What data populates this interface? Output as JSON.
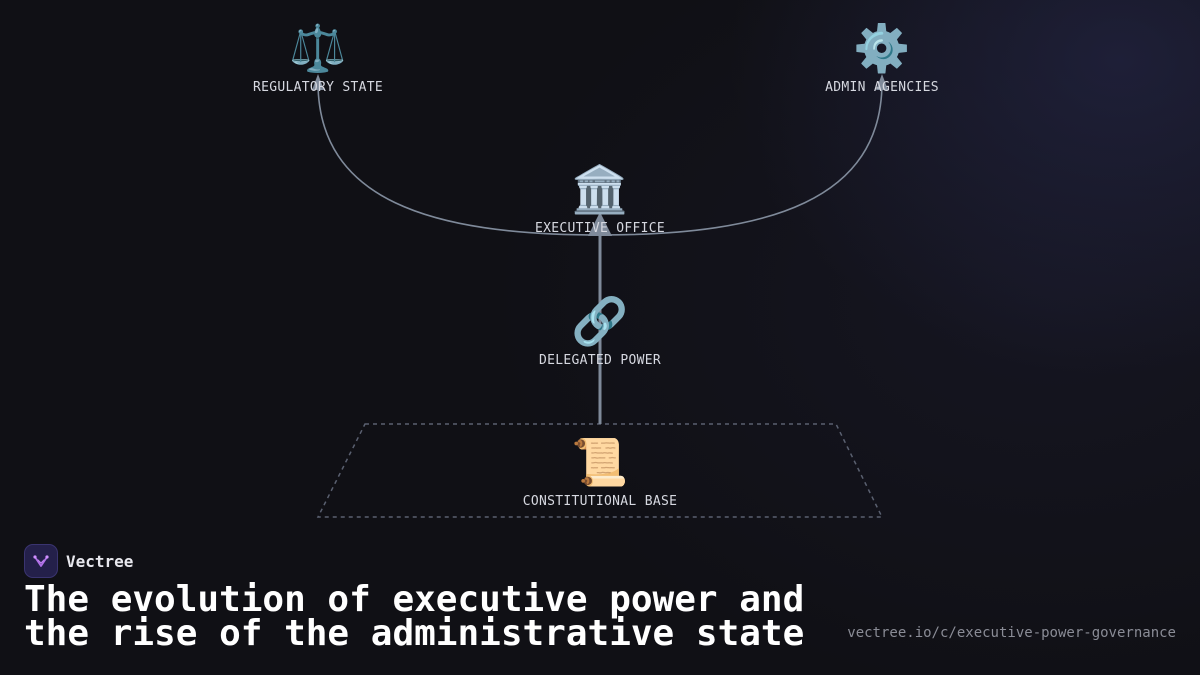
{
  "diagram": {
    "nodes": [
      {
        "id": "regulatory-state",
        "emoji": "⚖️",
        "label": "REGULATORY STATE"
      },
      {
        "id": "admin-agencies",
        "emoji": "⚙️",
        "label": "ADMIN AGENCIES"
      },
      {
        "id": "executive-office",
        "emoji": "🏛️",
        "label": "EXECUTIVE OFFICE"
      },
      {
        "id": "delegated-power",
        "emoji": "🔗",
        "label": "DELEGATED POWER"
      },
      {
        "id": "constitutional-base",
        "emoji": "📜",
        "label": "CONSTITUTIONAL BASE"
      }
    ],
    "edges": [
      {
        "from": "constitutional-base",
        "to": "executive-office"
      },
      {
        "from": "executive-office",
        "to": "regulatory-state"
      },
      {
        "from": "executive-office",
        "to": "admin-agencies"
      }
    ],
    "colors": {
      "edge": "#7f8a9a",
      "platform": "#5a6070",
      "label": "#d6d8e0"
    }
  },
  "brand": {
    "name": "Vectree"
  },
  "title": {
    "line1": "The evolution of executive power and",
    "line2": "the rise of the administrative state"
  },
  "url": "vectree.io/c/executive-power-governance"
}
